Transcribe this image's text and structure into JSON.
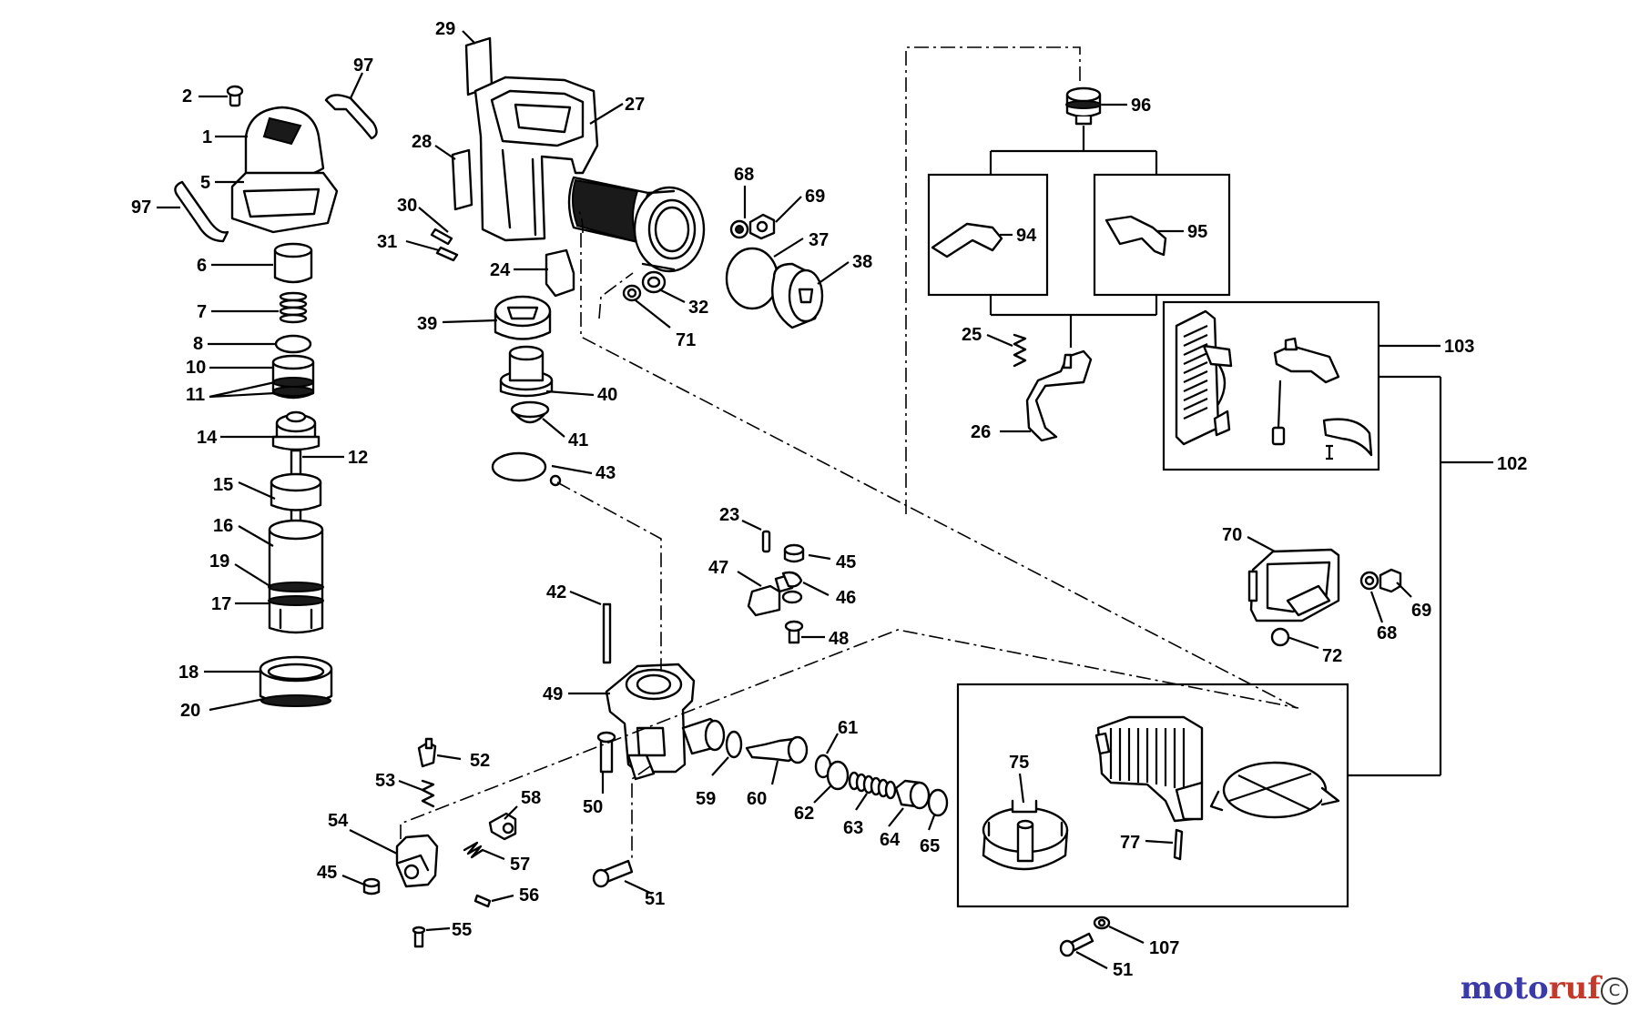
{
  "labels": {
    "p2": "2",
    "p1": "1",
    "p5": "5",
    "p97a": "97",
    "p97b": "97",
    "p6": "6",
    "p7": "7",
    "p8": "8",
    "p10": "10",
    "p11": "11",
    "p14": "14",
    "p12": "12",
    "p15": "15",
    "p16": "16",
    "p19": "19",
    "p17": "17",
    "p18": "18",
    "p20": "20",
    "p29": "29",
    "p27": "27",
    "p28": "28",
    "p30": "30",
    "p31": "31",
    "p24": "24",
    "p39": "39",
    "p40": "40",
    "p41": "41",
    "p43": "43",
    "p68a": "68",
    "p69a": "69",
    "p37": "37",
    "p38": "38",
    "p32": "32",
    "p71": "71",
    "p96": "96",
    "p94": "94",
    "p95": "95",
    "p25": "25",
    "p26": "26",
    "p103": "103",
    "p102": "102",
    "p70": "70",
    "p68b": "68",
    "p69b": "69",
    "p72": "72",
    "p23": "23",
    "p45a": "45",
    "p47": "47",
    "p46": "46",
    "p48": "48",
    "p42": "42",
    "p49": "49",
    "p61": "61",
    "p60": "60",
    "p62": "62",
    "p63": "63",
    "p64": "64",
    "p65": "65",
    "p59": "59",
    "p50": "50",
    "p52": "52",
    "p53": "53",
    "p54": "54",
    "p58": "58",
    "p57": "57",
    "p45b": "45",
    "p56": "56",
    "p55": "55",
    "p51a": "51",
    "p75": "75",
    "p77": "77",
    "p107": "107",
    "p51b": "51"
  },
  "watermark": {
    "part1": "moto",
    "part2": "ruf"
  },
  "copyright_symbol": "C"
}
